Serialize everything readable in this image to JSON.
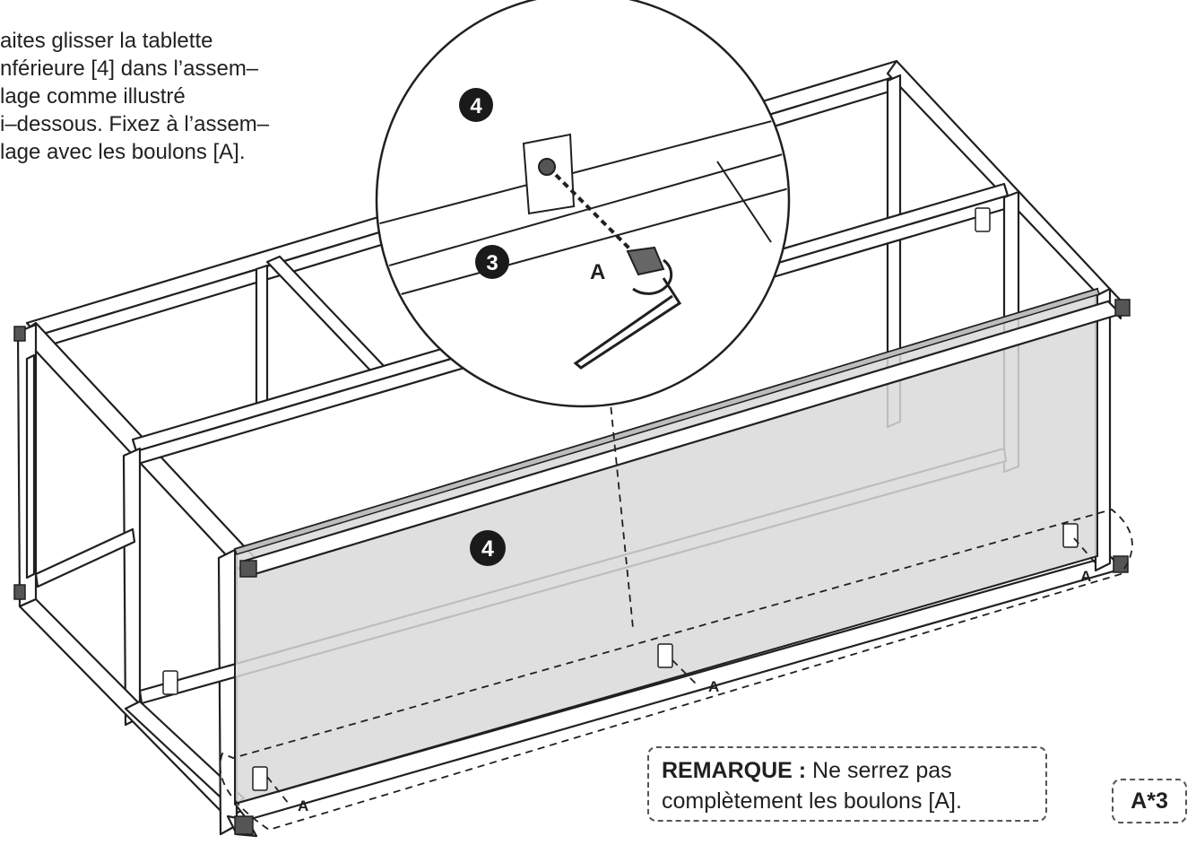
{
  "instructions": {
    "lines": [
      "aites glisser la tablette",
      "nférieure [4] dans l’assem–",
      "lage comme illustré",
      "i–dessous. Fixez à l’assem–",
      "lage avec les boulons [A]."
    ]
  },
  "callouts": {
    "part_shelf": "4",
    "part_frame": "3",
    "bolt": "A"
  },
  "note": {
    "label": "REMARQUE :",
    "text_line1": " Ne serrez pas",
    "text_line2": "complètement les boulons [A]."
  },
  "quantity": "A*3",
  "colors": {
    "line": "#231f20",
    "panel_fill": "#d9d9d9",
    "badge": "#1a1a1a"
  }
}
